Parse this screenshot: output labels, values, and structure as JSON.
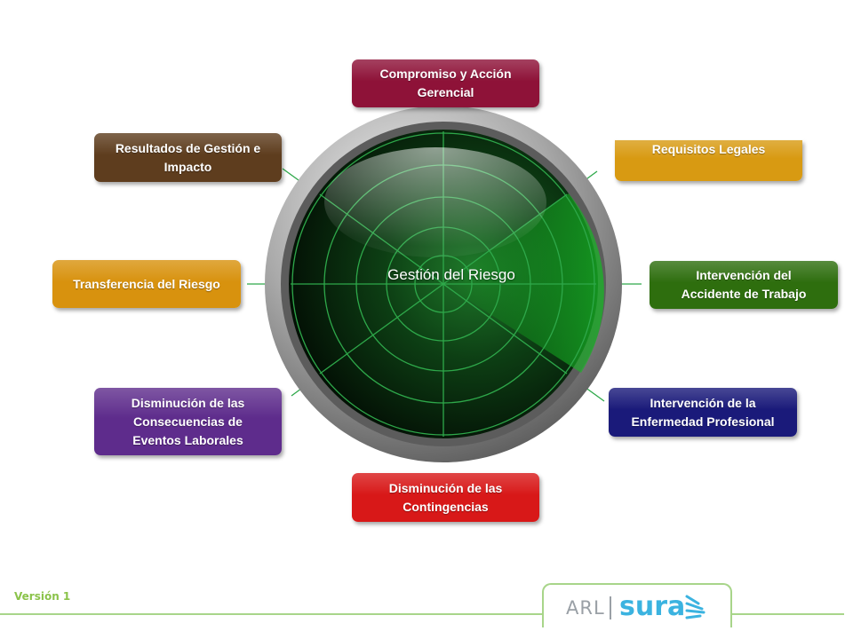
{
  "diagram": {
    "center": "Gestión del Riesgo",
    "nodes": {
      "compromiso": "Compromiso y Acción\nGerencial",
      "resultados": "Resultados de Gestión e\nImpacto",
      "requisitos": "Requisitos Legales",
      "transferencia": "Transferencia del Riesgo",
      "accidente": "Intervención del\nAccidente de Trabajo",
      "disminucion_consecuencias": "Disminución de las\nConsecuencias de\nEventos Laborales",
      "enfermedad": "Intervención de la\nEnfermedad Profesional",
      "contingencias": "Disminución de las\nContingencias"
    },
    "colors": {
      "compromiso": "#8e1238",
      "resultados": "#5e3d1e",
      "requisitos": "#d89a12",
      "transferencia": "#d8920e",
      "accidente": "#2e6e0e",
      "disminucion_consecuencias": "#5e2c8c",
      "enfermedad": "#1a1a7a",
      "contingencias": "#d81818",
      "radar_line": "#2ea84a"
    }
  },
  "footer": {
    "version": "Versión 1",
    "logo_prefix": "ARL",
    "logo_brand": "sura",
    "accent": "#a8d58a",
    "brand_color": "#3bb3e0"
  }
}
